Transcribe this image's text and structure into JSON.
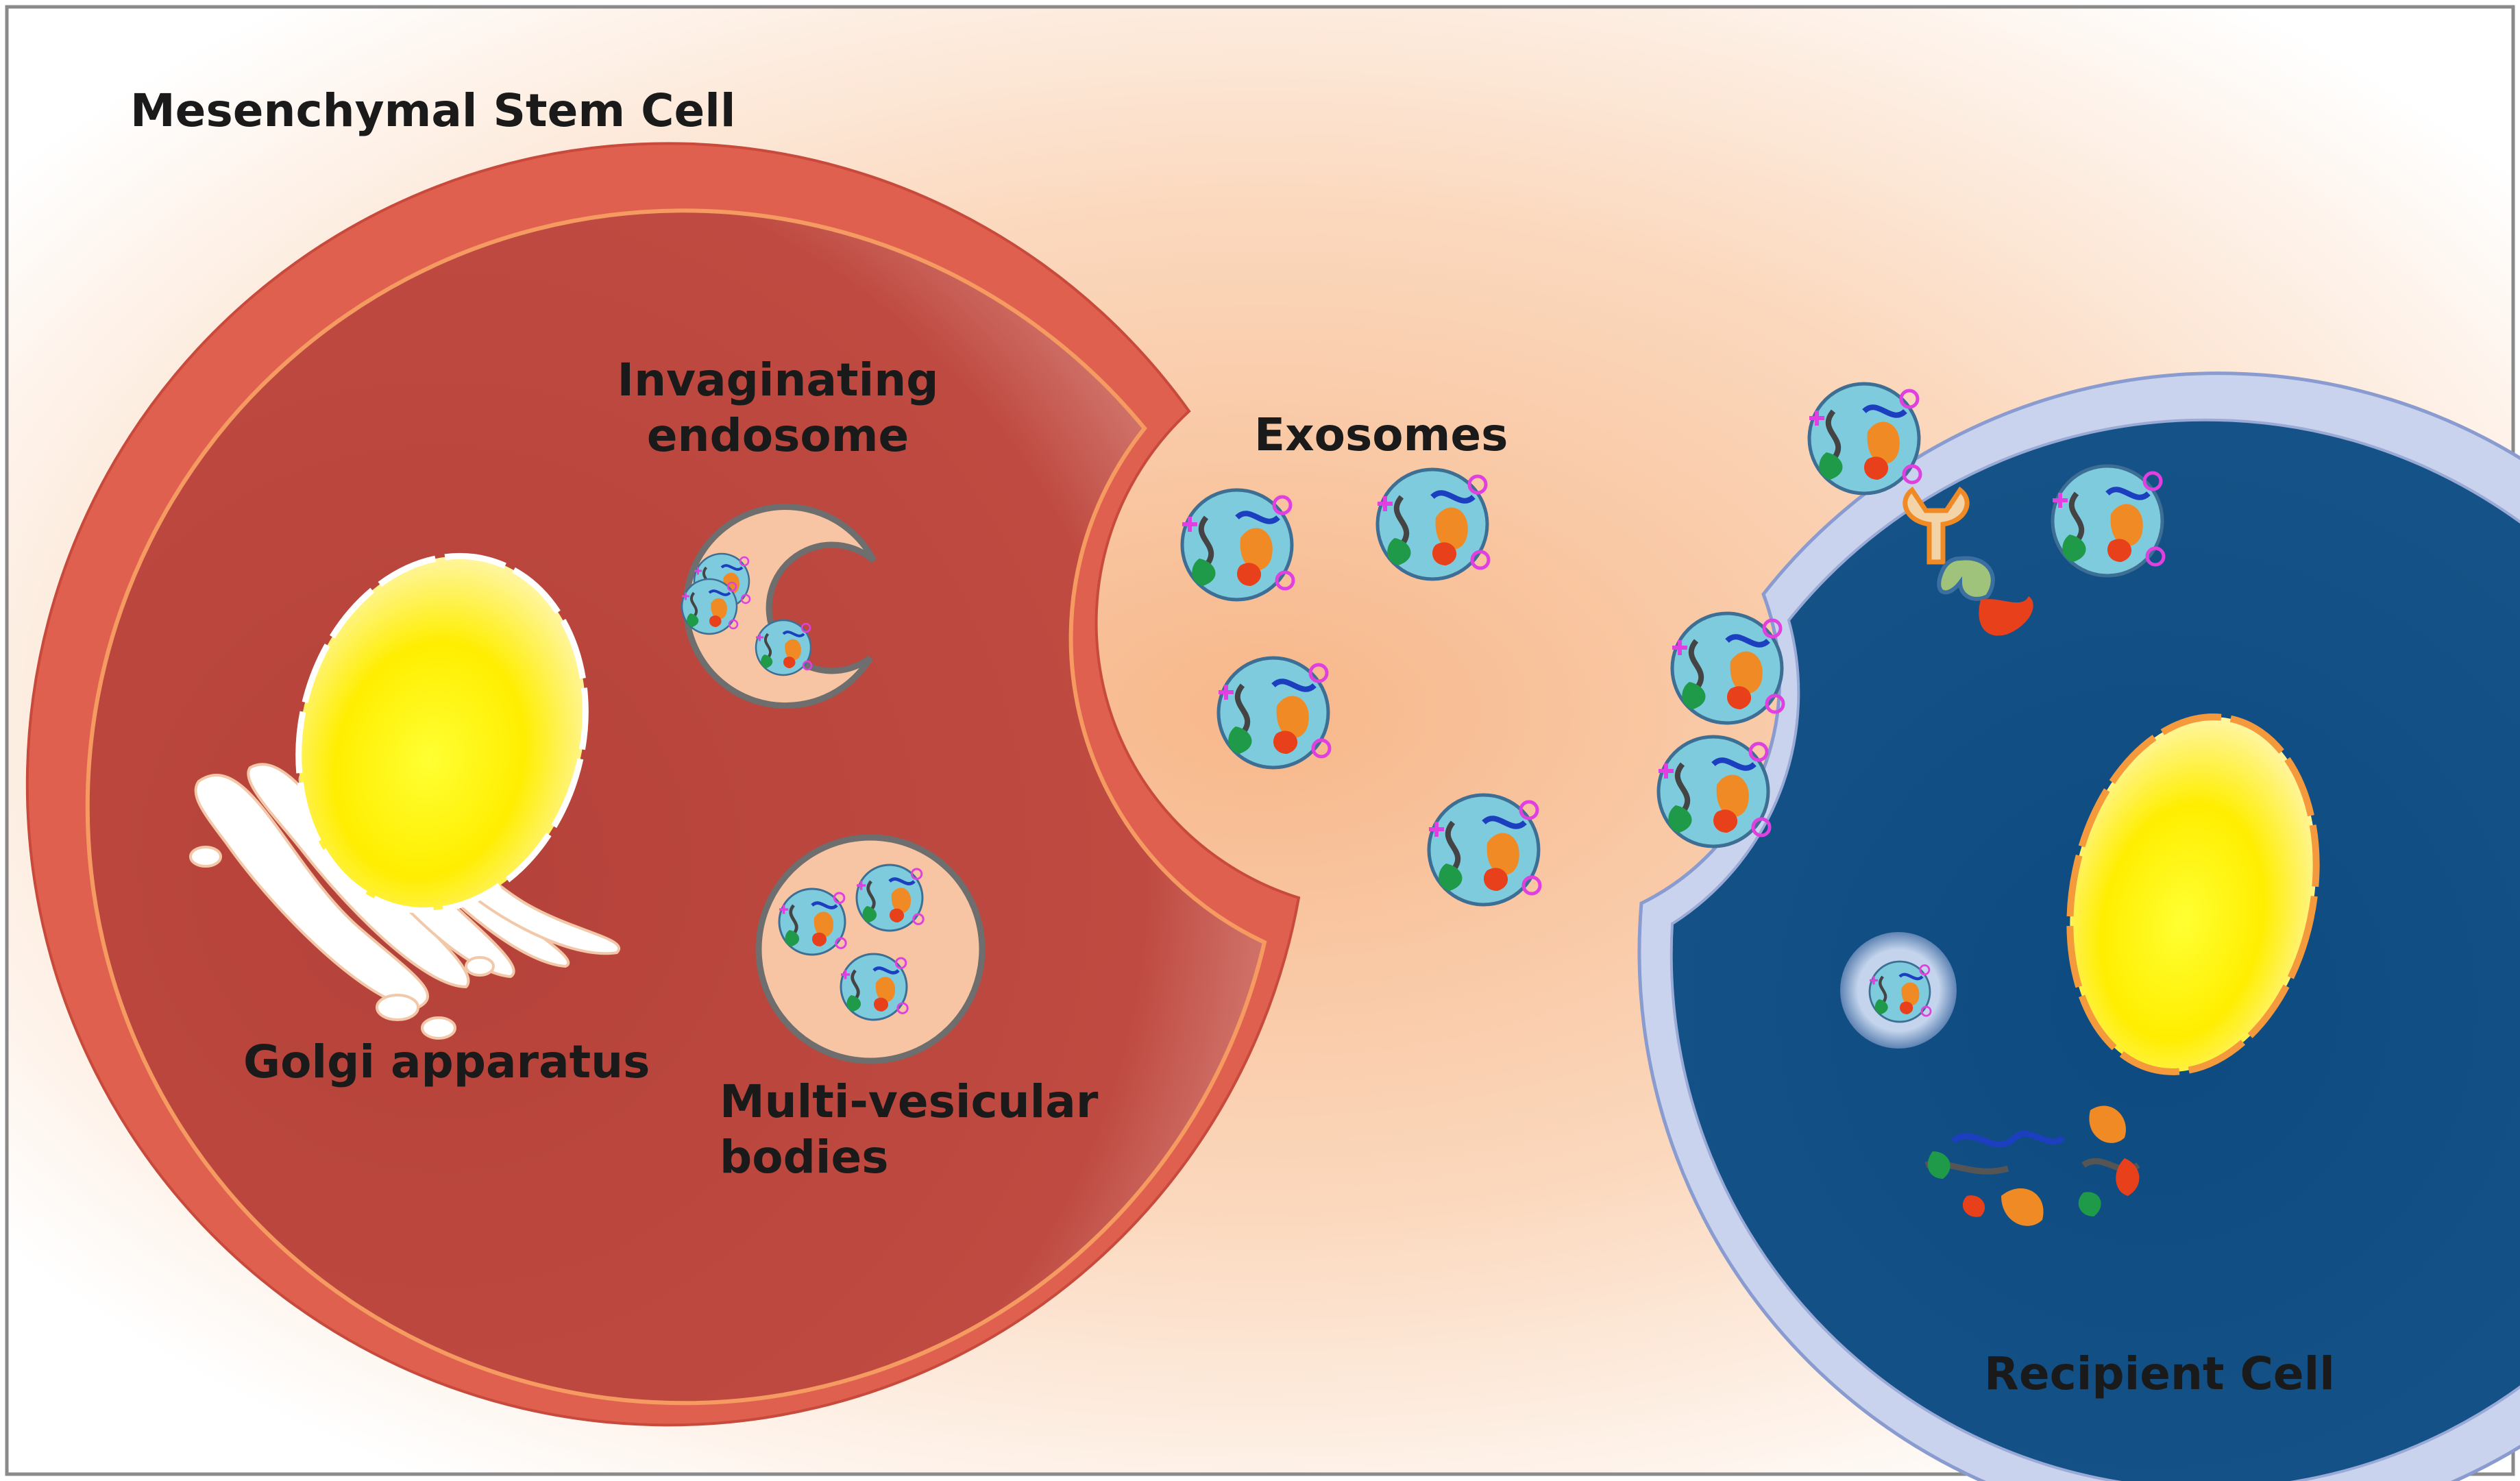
{
  "labels": {
    "mesenchymal_stem_cell": "Mesenchymal Stem Cell",
    "invaginating_endosome_line1": "Invaginating",
    "invaginating_endosome_line2": "endosome",
    "exosomes": "Exosomes",
    "golgi_apparatus": "Golgi apparatus",
    "multivesicular_bodies_line1": "Multi-vesicular",
    "multivesicular_bodies_line2": "bodies",
    "recipient_cell": "Recipient Cell"
  },
  "colors": {
    "background_glow": "#f9c9a0",
    "stem_cell_membrane": "#e06050",
    "stem_cell_cytoplasm": "#b9453d",
    "nucleus_yellow": "#ffee00",
    "recipient_membrane": "#c9d3ee",
    "recipient_cytoplasm": "#134f82",
    "exosome_fill": "#7ecbde",
    "protein_orange": "#f08a24",
    "protein_green": "#1f9a48",
    "rna_blue": "#1c3fbf",
    "marker_magenta": "#e040e0",
    "receptor_red": "#e8401a"
  }
}
